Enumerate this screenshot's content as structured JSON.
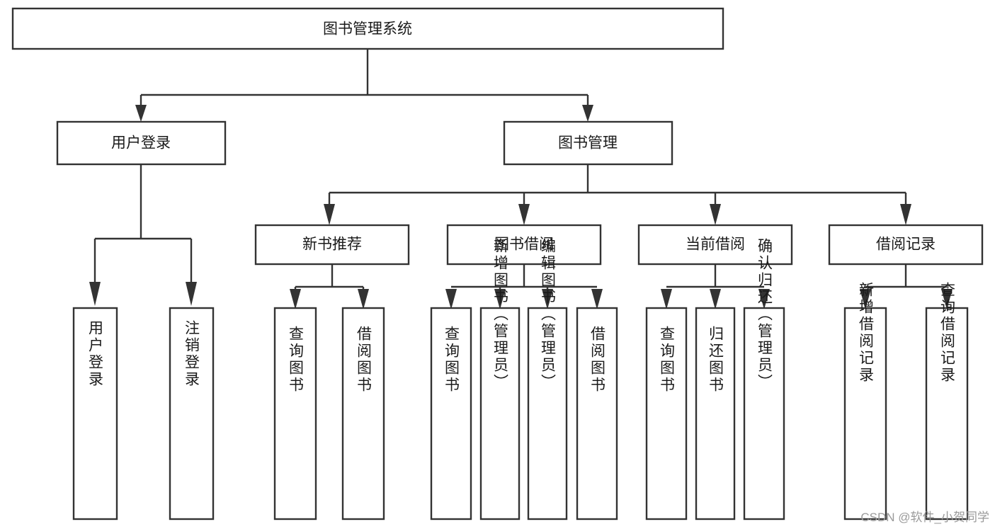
{
  "diagram": {
    "title": "图书管理系统",
    "type": "tree-hierarchy",
    "watermark": "CSDN @软件_小贺同学",
    "colors": {
      "stroke": "#333333",
      "fill": "#ffffff",
      "text": "#1a1a1a",
      "watermark": "#9a9a9a"
    },
    "levels": {
      "root": {
        "label": "图书管理系统"
      },
      "level1": [
        {
          "label": "用户登录"
        },
        {
          "label": "图书管理"
        }
      ],
      "level2": [
        {
          "label": "新书推荐"
        },
        {
          "label": "图书借阅"
        },
        {
          "label": "当前借阅"
        },
        {
          "label": "借阅记录"
        }
      ],
      "leaves_user_login": [
        {
          "label": "用户登录"
        },
        {
          "label": "注销登录"
        }
      ],
      "leaves_new_book": [
        {
          "label": "查询图书"
        },
        {
          "label": "借阅图书"
        }
      ],
      "leaves_borrow": [
        {
          "label": "查询图书"
        },
        {
          "label": "新增图书（管理员）"
        },
        {
          "label": "编辑图书（管理员）"
        },
        {
          "label": "借阅图书"
        }
      ],
      "leaves_current": [
        {
          "label": "查询图书"
        },
        {
          "label": "归还图书"
        },
        {
          "label": "确认归还（管理员）"
        }
      ],
      "leaves_record": [
        {
          "label": "新增借阅记录"
        },
        {
          "label": "查询借阅记录"
        }
      ]
    }
  }
}
